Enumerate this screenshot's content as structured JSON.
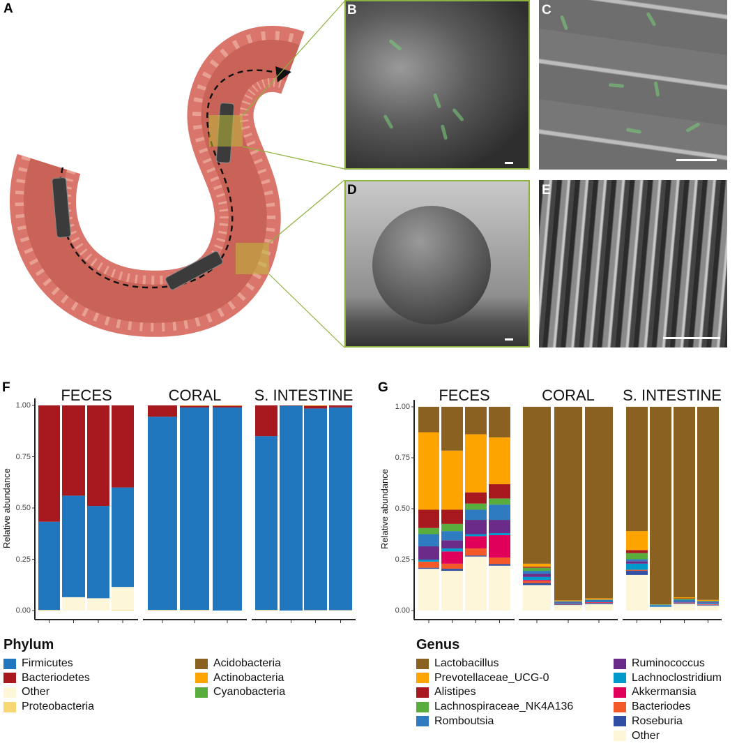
{
  "panels": {
    "a": "A",
    "b": "B",
    "c": "C",
    "d": "D",
    "e": "E",
    "f": "F",
    "g": "G"
  },
  "chart_data": [
    {
      "type": "bar",
      "stacked": true,
      "panel": "F",
      "ylabel": "Relative abundance",
      "ylim": [
        0,
        1
      ],
      "yticks": [
        "0.00",
        "0.25",
        "0.50",
        "0.75",
        "1.00"
      ],
      "facets": [
        "FECES",
        "CORAL",
        "S. INTESTINE"
      ],
      "legend_title": "Phylum",
      "series_order": [
        "Proteobacteria",
        "Other",
        "Firmicutes",
        "Bacteriodetes",
        "Acidobacteria",
        "Actinobacteria",
        "Cyanobacteria"
      ],
      "legend": [
        "Firmicutes",
        "Bacteriodetes",
        "Other",
        "Proteobacteria",
        "Acidobacteria",
        "Actinobacteria",
        "Cyanobacteria"
      ],
      "colors": {
        "Firmicutes": "#2077be",
        "Bacteriodetes": "#a8191f",
        "Other": "#fdf6d8",
        "Proteobacteria": "#f7d774",
        "Acidobacteria": "#8b6122",
        "Actinobacteria": "#fda400",
        "Cyanobacteria": "#59ad3c"
      },
      "samples": [
        {
          "facet": 0,
          "values": {
            "Proteobacteria": 0.003,
            "Other": 0,
            "Firmicutes": 0.43,
            "Bacteriodetes": 0.567
          }
        },
        {
          "facet": 0,
          "values": {
            "Proteobacteria": 0,
            "Other": 0.065,
            "Firmicutes": 0.495,
            "Bacteriodetes": 0.44
          }
        },
        {
          "facet": 0,
          "values": {
            "Proteobacteria": 0,
            "Other": 0.06,
            "Firmicutes": 0.45,
            "Bacteriodetes": 0.49
          }
        },
        {
          "facet": 0,
          "values": {
            "Proteobacteria": 0.003,
            "Other": 0.112,
            "Firmicutes": 0.485,
            "Bacteriodetes": 0.4
          }
        },
        {
          "facet": 1,
          "values": {
            "Proteobacteria": 0.003,
            "Other": 0,
            "Firmicutes": 0.942,
            "Bacteriodetes": 0.055
          }
        },
        {
          "facet": 1,
          "values": {
            "Proteobacteria": 0.003,
            "Other": 0,
            "Firmicutes": 0.987,
            "Bacteriodetes": 0.008,
            "Actinobacteria": 0.002
          }
        },
        {
          "facet": 1,
          "values": {
            "Proteobacteria": 0,
            "Other": 0,
            "Firmicutes": 0.99,
            "Bacteriodetes": 0.008,
            "Actinobacteria": 0.002
          }
        },
        {
          "facet": 2,
          "values": {
            "Proteobacteria": 0.003,
            "Other": 0,
            "Firmicutes": 0.847,
            "Bacteriodetes": 0.15
          }
        },
        {
          "facet": 2,
          "values": {
            "Proteobacteria": 0,
            "Other": 0,
            "Firmicutes": 0.998,
            "Bacteriodetes": 0.002
          }
        },
        {
          "facet": 2,
          "values": {
            "Proteobacteria": 0.002,
            "Other": 0,
            "Firmicutes": 0.983,
            "Bacteriodetes": 0.013,
            "Actinobacteria": 0.002
          }
        },
        {
          "facet": 2,
          "values": {
            "Proteobacteria": 0.002,
            "Other": 0,
            "Firmicutes": 0.988,
            "Bacteriodetes": 0.01
          }
        }
      ]
    },
    {
      "type": "bar",
      "stacked": true,
      "panel": "G",
      "ylabel": "Relative abundance",
      "ylim": [
        0,
        1
      ],
      "yticks": [
        "0.00",
        "0.25",
        "0.50",
        "0.75",
        "1.00"
      ],
      "facets": [
        "FECES",
        "CORAL",
        "S. INTESTINE"
      ],
      "legend_title": "Genus",
      "series_order": [
        "Other",
        "Roseburia",
        "Bacteriodes",
        "Akkermansia",
        "Lachnoclostridium",
        "Ruminococcus",
        "Romboutsia",
        "Lachnospiraceae_NK4A136",
        "Alistipes",
        "Prevotellaceae_UCG-0",
        "Lactobacillus"
      ],
      "legend": [
        "Lactobacillus",
        "Prevotellaceae_UCG-0",
        "Alistipes",
        "Lachnospiraceae_NK4A136",
        "Romboutsia",
        "Ruminococcus",
        "Lachnoclostridium",
        "Akkermansia",
        "Bacteriodes",
        "Roseburia",
        "Other"
      ],
      "colors": {
        "Lactobacillus": "#8b6122",
        "Prevotellaceae_UCG-0": "#fda400",
        "Alistipes": "#a8191f",
        "Lachnospiraceae_NK4A136": "#59ad3c",
        "Romboutsia": "#2e7bbf",
        "Ruminococcus": "#6b2c89",
        "Lachnoclostridium": "#0099cc",
        "Akkermansia": "#e0005a",
        "Bacteriodes": "#f45a28",
        "Roseburia": "#2e4fa3",
        "Other": "#fdf6d8"
      },
      "samples": [
        {
          "facet": 0,
          "values": [
            0.205,
            0.005,
            0.03,
            0,
            0.01,
            0.065,
            0.06,
            0.03,
            0.09,
            0.38,
            0.125
          ]
        },
        {
          "facet": 0,
          "values": [
            0.195,
            0.01,
            0.025,
            0.06,
            0.015,
            0.04,
            0.045,
            0.035,
            0.07,
            0.29,
            0.215
          ]
        },
        {
          "facet": 0,
          "values": [
            0.265,
            0.005,
            0.035,
            0.06,
            0.01,
            0.07,
            0.05,
            0.03,
            0.055,
            0.285,
            0.135
          ]
        },
        {
          "facet": 0,
          "values": [
            0.22,
            0.008,
            0.032,
            0.11,
            0.01,
            0.065,
            0.075,
            0.03,
            0.07,
            0.23,
            0.15
          ]
        },
        {
          "facet": 1,
          "values": [
            0.125,
            0.01,
            0.01,
            0.005,
            0.015,
            0.015,
            0.015,
            0.015,
            0.005,
            0.015,
            0.77
          ]
        },
        {
          "facet": 1,
          "values": [
            0.027,
            0.003,
            0.002,
            0.002,
            0.005,
            0.002,
            0.003,
            0.002,
            0.001,
            0.003,
            0.95
          ]
        },
        {
          "facet": 1,
          "values": [
            0.032,
            0.005,
            0.002,
            0.002,
            0.005,
            0.002,
            0.004,
            0.002,
            0.001,
            0.005,
            0.94
          ]
        },
        {
          "facet": 2,
          "values": [
            0.175,
            0.02,
            0.005,
            0,
            0.03,
            0.012,
            0.01,
            0.03,
            0.015,
            0.093,
            0.61
          ]
        },
        {
          "facet": 2,
          "values": [
            0.018,
            0.002,
            0,
            0,
            0.005,
            0.001,
            0.002,
            0.002,
            0,
            0,
            0.97
          ]
        },
        {
          "facet": 2,
          "values": [
            0.033,
            0.003,
            0.002,
            0.002,
            0.005,
            0.003,
            0.005,
            0.005,
            0.002,
            0.005,
            0.935
          ]
        },
        {
          "facet": 2,
          "values": [
            0.025,
            0.003,
            0.002,
            0.002,
            0.005,
            0.003,
            0.004,
            0.003,
            0.001,
            0.004,
            0.948
          ]
        }
      ]
    }
  ]
}
